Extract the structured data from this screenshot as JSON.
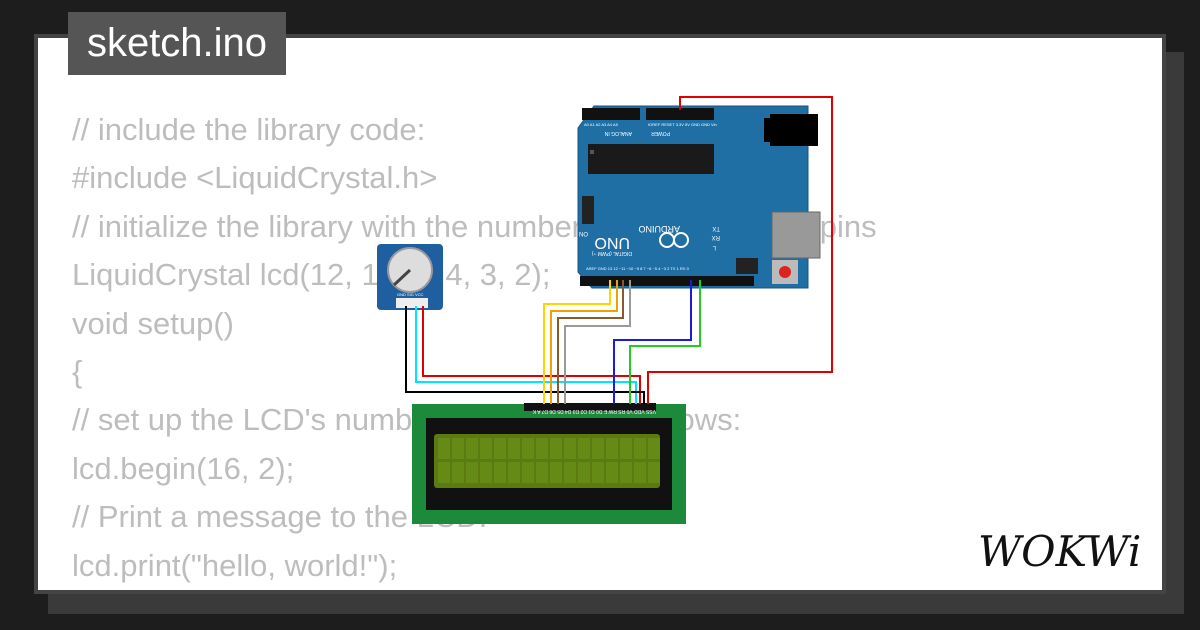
{
  "tab": {
    "title": "sketch.ino"
  },
  "code_lines": [
    "// include the library code:",
    "#include <LiquidCrystal.h>",
    "// initialize the library with the numbers of the interface pins",
    "LiquidCrystal lcd(12, 11, 5, 4, 3, 2);",
    "void setup()",
    "{",
    "// set up the LCD's number of columns and rows:",
    "lcd.begin(16, 2);",
    "// Print a message to the LCD.",
    "lcd.print(\"hello, world!\");",
    "}"
  ],
  "brand": {
    "logo_text": "WOKWi"
  },
  "arduino": {
    "brand": "ARDUINO",
    "model": "UNO",
    "on_label": "ON",
    "tx_label": "TX",
    "rx_label": "RX",
    "l_label": "L",
    "digital_label": "DIGITAL (PWM ~)",
    "analog_label": "ANALOG IN",
    "power_label": "POWER",
    "power_pins": "IOREF RESET 3.3V 5V GND GND Vin",
    "analog_pins": "A0 A1 A2 A3 A4 A5",
    "digital_pins": "AREF GND 13 12 ~11 ~10 ~9 8   7 ~6 ~5 4 ~3 2 TX 1 RX 0"
  },
  "lcd": {
    "pin_labels": "VSS VDD V0 RS RW E D0 D1 D2 D3 D4 D5 D6 D7 A K"
  },
  "pot": {
    "pin_labels": "GND SIG VCC"
  },
  "colors": {
    "background": "#1d1d1d",
    "code_text": "#bdbdbd",
    "tab_bg": "#555555",
    "board_blue": "#1f6fa5",
    "lcd_pcb": "#1c8a3a",
    "lcd_screen": "#5b7a12",
    "wire_red": "#e00000",
    "wire_yellow": "#ffd500",
    "wire_orange": "#f0a000",
    "wire_brown": "#8b5a2b",
    "wire_gray": "#9a9a9a",
    "wire_blue": "#1a1ae0",
    "wire_green": "#22cc22",
    "wire_cyan": "#00e5ff",
    "wire_black": "#000000"
  }
}
